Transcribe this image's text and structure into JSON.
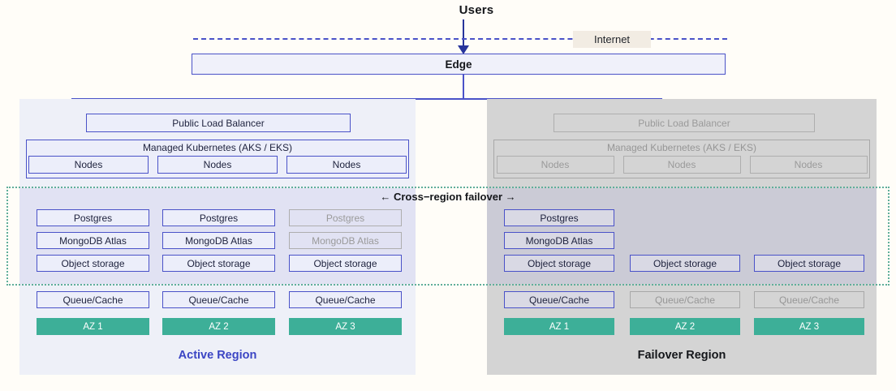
{
  "diagram": {
    "users_label": "Users",
    "internet_label": "Internet",
    "edge_label": "Edge",
    "cross_region_label": "← Cross−region failover →"
  },
  "colors": {
    "accent_blue": "#4a52c8",
    "active_caption": "#3b45c4",
    "az_teal": "#3daf98",
    "band_dotted": "#5fae9a",
    "internet_chip": "#f2ece3",
    "active_panel": "#eef0f8",
    "failover_panel": "#d4d4d4",
    "muted_text": "#9a9a9a",
    "page_background": "#fffdf8"
  },
  "active_region": {
    "caption": "Active Region",
    "load_balancer": "Public Load Balancer",
    "kubernetes": {
      "title": "Managed Kubernetes (AKS / EKS)",
      "nodes": [
        "Nodes",
        "Nodes",
        "Nodes"
      ]
    },
    "zones": [
      {
        "name": "AZ 1",
        "postgres": "Postgres",
        "postgres_enabled": true,
        "mongodb": "MongoDB Atlas",
        "mongodb_enabled": true,
        "object_storage": "Object storage",
        "object_storage_enabled": true,
        "queue_cache": "Queue/Cache",
        "queue_cache_enabled": true
      },
      {
        "name": "AZ 2",
        "postgres": "Postgres",
        "postgres_enabled": true,
        "mongodb": "MongoDB Atlas",
        "mongodb_enabled": true,
        "object_storage": "Object storage",
        "object_storage_enabled": true,
        "queue_cache": "Queue/Cache",
        "queue_cache_enabled": true
      },
      {
        "name": "AZ 3",
        "postgres": "Postgres",
        "postgres_enabled": false,
        "mongodb": "MongoDB Atlas",
        "mongodb_enabled": false,
        "object_storage": "Object storage",
        "object_storage_enabled": true,
        "queue_cache": "Queue/Cache",
        "queue_cache_enabled": true
      }
    ]
  },
  "failover_region": {
    "caption": "Failover Region",
    "load_balancer": "Public Load Balancer",
    "kubernetes": {
      "title": "Managed Kubernetes (AKS / EKS)",
      "nodes": [
        "Nodes",
        "Nodes",
        "Nodes"
      ]
    },
    "zones": [
      {
        "name": "AZ 1",
        "postgres": "Postgres",
        "postgres_enabled": true,
        "mongodb": "MongoDB Atlas",
        "mongodb_enabled": true,
        "object_storage": "Object storage",
        "object_storage_enabled": true,
        "queue_cache": "Queue/Cache",
        "queue_cache_enabled": true
      },
      {
        "name": "AZ 2",
        "postgres": "",
        "postgres_enabled": false,
        "mongodb": "",
        "mongodb_enabled": false,
        "object_storage": "Object storage",
        "object_storage_enabled": true,
        "queue_cache": "Queue/Cache",
        "queue_cache_enabled": false
      },
      {
        "name": "AZ 3",
        "postgres": "",
        "postgres_enabled": false,
        "mongodb": "",
        "mongodb_enabled": false,
        "object_storage": "Object storage",
        "object_storage_enabled": true,
        "queue_cache": "Queue/Cache",
        "queue_cache_enabled": false
      }
    ]
  }
}
